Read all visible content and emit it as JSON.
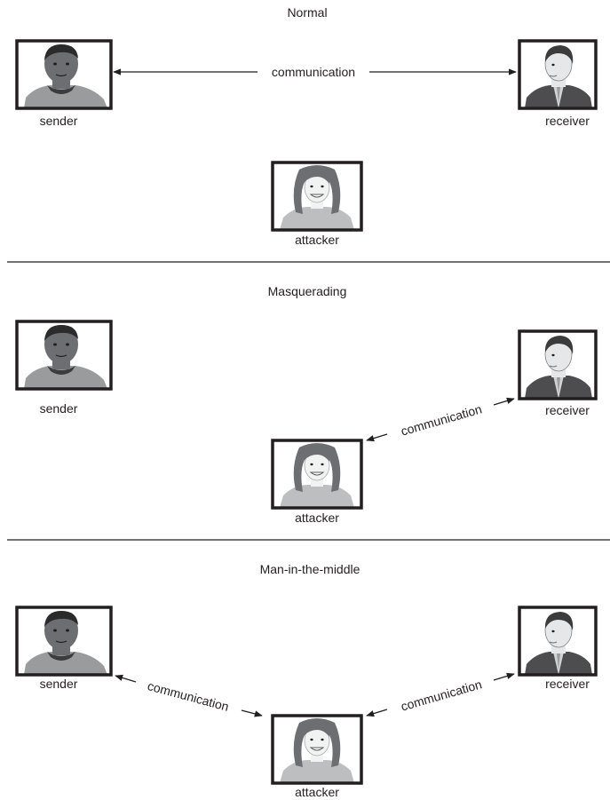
{
  "sections": [
    {
      "title": "Normal",
      "sender_label": "sender",
      "receiver_label": "receiver",
      "attacker_label": "attacker",
      "links": [
        {
          "from": "sender",
          "to": "receiver",
          "label": "communication"
        }
      ]
    },
    {
      "title": "Masquerading",
      "sender_label": "sender",
      "receiver_label": "receiver",
      "attacker_label": "attacker",
      "links": [
        {
          "from": "attacker",
          "to": "receiver",
          "label": "communication"
        }
      ]
    },
    {
      "title": "Man-in-the-middle",
      "sender_label": "sender",
      "receiver_label": "receiver",
      "attacker_label": "attacker",
      "links": [
        {
          "from": "sender",
          "to": "attacker",
          "label": "communication"
        },
        {
          "from": "attacker",
          "to": "receiver",
          "label": "communication"
        }
      ]
    }
  ],
  "colors": {
    "ink": "#231f20",
    "frame": "#231f20",
    "skin_dark": "#6d6e71",
    "skin_light": "#d1d3d4",
    "hair": "#3c3c3c",
    "shirt": "#9a9b9d",
    "suit": "#4d4d4f"
  }
}
